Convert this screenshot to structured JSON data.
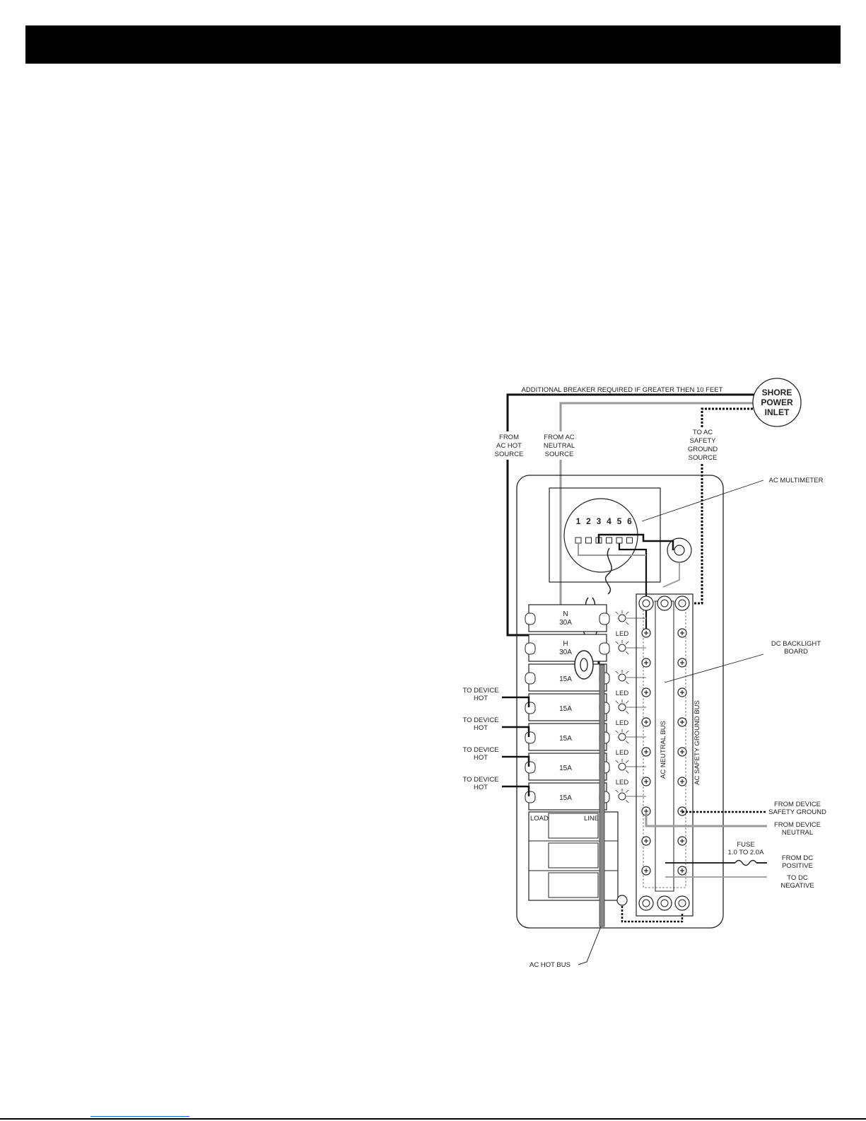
{
  "labels": {
    "additional_breaker": "ADDITIONAL BREAKER REQUIRED IF GREATER THEN 10 FEET",
    "shore_power": [
      "SHORE",
      "POWER",
      "INLET"
    ],
    "from_ac_hot": [
      "FROM",
      "AC HOT",
      "SOURCE"
    ],
    "from_ac_neutral": [
      "FROM AC",
      "NEUTRAL",
      "SOURCE"
    ],
    "to_ac_ground": [
      "TO AC",
      "SAFETY",
      "GROUND",
      "SOURCE"
    ],
    "ac_multimeter": "AC MULTIMETER",
    "dc_backlight": [
      "DC BACKLIGHT",
      "BOARD"
    ],
    "neutral_bus": "AC NEUTRAL BUS",
    "ground_bus": "AC SAFETY GROUND BUS",
    "from_device_ground": [
      "FROM DEVICE",
      "SAFETY GROUND"
    ],
    "from_device_neutral": [
      "FROM DEVICE",
      "NEUTRAL"
    ],
    "fuse": [
      "FUSE",
      "1.0 TO 2.0A"
    ],
    "from_dc_positive": [
      "FROM DC",
      "POSITIVE"
    ],
    "to_dc_negative": [
      "TO DC",
      "NEGATIVE"
    ],
    "ac_hot_bus": "AC HOT BUS",
    "to_device_hot": [
      "TO DEVICE",
      "HOT"
    ],
    "led": "LED",
    "load": "LOAD",
    "line": "LINE"
  },
  "meter_terminals": [
    "1",
    "2",
    "3",
    "4",
    "5",
    "6"
  ],
  "breakers": [
    {
      "line1": "N",
      "line2": "30A"
    },
    {
      "line1": "H",
      "line2": "30A"
    },
    {
      "line1": "",
      "line2": "15A"
    },
    {
      "line1": "",
      "line2": "15A"
    },
    {
      "line1": "",
      "line2": "15A"
    },
    {
      "line1": "",
      "line2": "15A"
    },
    {
      "line1": "",
      "line2": "15A"
    }
  ]
}
